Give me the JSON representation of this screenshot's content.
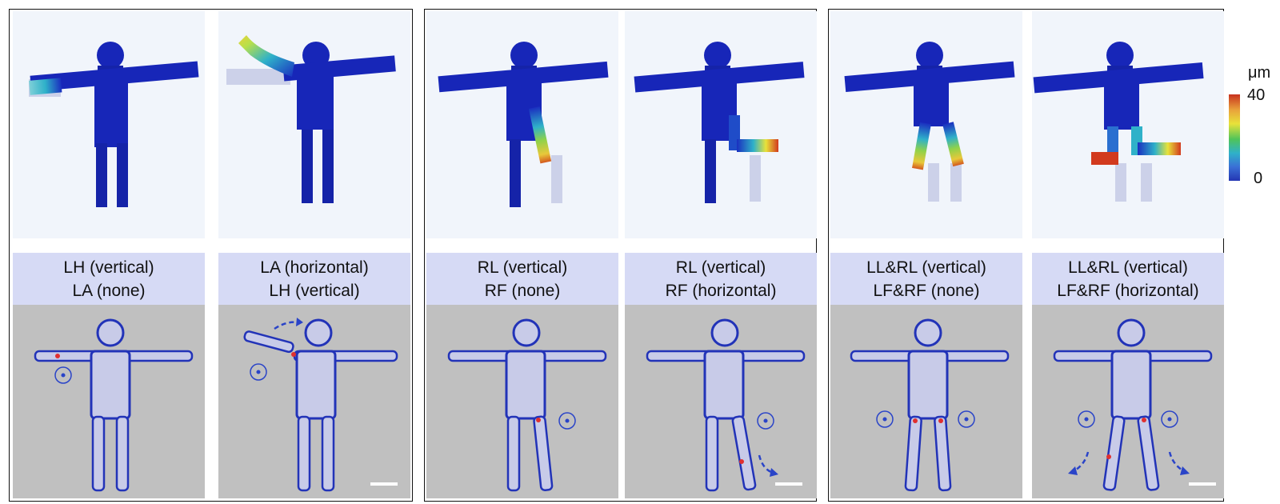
{
  "panels": [
    {
      "id": "i",
      "columns": [
        {
          "line1": "LH (vertical)",
          "line2": "LA (none)"
        },
        {
          "line1": "LA (horizontal)",
          "line2": "LH (vertical)"
        }
      ]
    },
    {
      "id": "ii",
      "columns": [
        {
          "line1": "RL (vertical)",
          "line2": "RF (none)"
        },
        {
          "line1": "RL (vertical)",
          "line2": "RF (horizontal)"
        }
      ]
    },
    {
      "id": "iii",
      "columns": [
        {
          "line1": "LL&RL (vertical)",
          "line2": "LF&RF (none)"
        },
        {
          "line1": "LL&RL (vertical)",
          "line2": "LF&RF (horizontal)"
        }
      ]
    }
  ],
  "colorbar": {
    "unit": "μm",
    "max": "40",
    "min": "0",
    "colors": [
      "#c8321e",
      "#e9a23b",
      "#e8e23a",
      "#4fc45a",
      "#2fb1c9",
      "#3a6fd6",
      "#2436b3"
    ]
  },
  "colors": {
    "model_blue": "#1726b8",
    "label_bg": "#d6daf5",
    "micro_bg": "#c0c0c0",
    "marker_blue": "#2a44c8"
  }
}
